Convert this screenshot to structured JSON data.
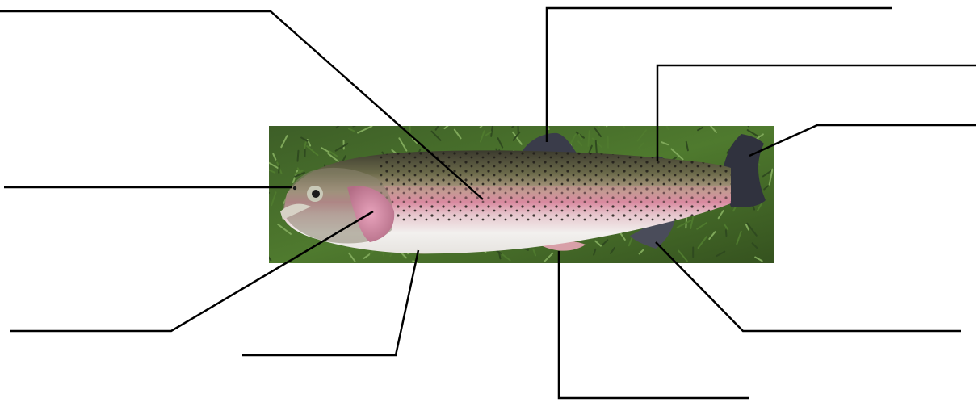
{
  "diagram": {
    "subject": "rainbow-trout",
    "leader_line_color": "#000000",
    "background_color": "#ffffff",
    "photo_colors": {
      "grass_dark": "#2f4a1f",
      "grass_mid": "#4f7a2e",
      "grass_light": "#7fa85a",
      "back_dark": "#3b3a2e",
      "back_olive": "#6b6a4a",
      "lateral_pink": "#d98aa0",
      "belly": "#f2f0ee",
      "fin_dark": "#3a3c4a",
      "fin_pink": "#d8a0a8",
      "eye": "#c9c9b8"
    },
    "labels": [
      {
        "id": "label-lateral-line",
        "text": ""
      },
      {
        "id": "label-dorsal-fin",
        "text": ""
      },
      {
        "id": "label-adipose-fin",
        "text": ""
      },
      {
        "id": "label-caudal-fin",
        "text": ""
      },
      {
        "id": "label-nostril",
        "text": ""
      },
      {
        "id": "label-operculum",
        "text": ""
      },
      {
        "id": "label-pectoral-fin",
        "text": ""
      },
      {
        "id": "label-pelvic-fin",
        "text": ""
      },
      {
        "id": "label-anal-fin",
        "text": ""
      }
    ]
  }
}
